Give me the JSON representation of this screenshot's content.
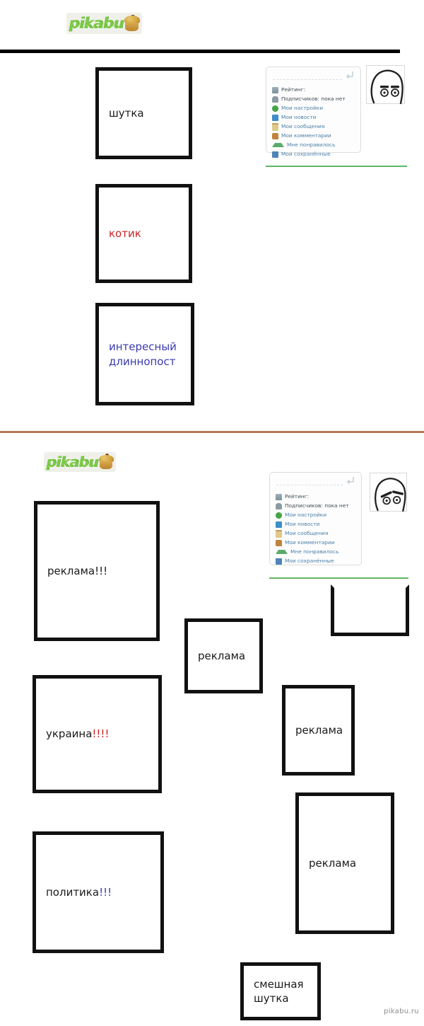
{
  "meta": {
    "watermark": "pikabu.ru"
  },
  "brand": {
    "name": "pikabu",
    "icon": "muffin-icon",
    "color": "#7ac943"
  },
  "panels": [
    {
      "id": "before",
      "divider_color": "#000000",
      "boxes": [
        {
          "text": "шутка",
          "color": "black"
        },
        {
          "text": "котик",
          "color": "red"
        },
        {
          "text": "интересный\nдлиннопост",
          "color": "blue"
        }
      ],
      "widget": {
        "rating_label": "Рейтинг:",
        "subscribers_label": "Подписчиков: пока нет",
        "items": [
          {
            "icon": "chart-icon",
            "label": "Рейтинг:"
          },
          {
            "icon": "user-icon",
            "label": "Подписчиков: пока нет"
          },
          {
            "icon": "gear-icon",
            "label": "Мои настройки"
          },
          {
            "icon": "news-icon",
            "label": "Мои новости"
          },
          {
            "icon": "mail-icon",
            "label": "Мои сообщения"
          },
          {
            "icon": "comment-icon",
            "label": "Мои комментарии"
          },
          {
            "icon": "like-icon",
            "label": "Мне понравилось"
          },
          {
            "icon": "save-icon",
            "label": "Мои сохранённые"
          }
        ],
        "accent_color": "#5fb563"
      },
      "avatar": {
        "name": "rage-face-neutral",
        "expression": "neutral"
      }
    },
    {
      "id": "after",
      "divider_color": "#b5795a",
      "boxes": [
        {
          "text": "реклама!!!",
          "color": "black"
        },
        {
          "text": "реклама",
          "color": "black"
        },
        {
          "text": "",
          "color": "black"
        },
        {
          "text": "украина",
          "suffix": "!!!!",
          "color": "black",
          "suffix_color": "red"
        },
        {
          "text": "реклама",
          "color": "black"
        },
        {
          "text": "политика",
          "suffix": "!!!",
          "color": "black",
          "suffix_color": "blue"
        },
        {
          "text": "реклама",
          "color": "black"
        },
        {
          "text": "смешная\nшутка",
          "color": "black"
        }
      ],
      "widget": {
        "items": [
          {
            "icon": "chart-icon",
            "label": "Рейтинг:"
          },
          {
            "icon": "user-icon",
            "label": "Подписчиков: пока нет"
          },
          {
            "icon": "gear-icon",
            "label": "Мои настройки"
          },
          {
            "icon": "news-icon",
            "label": "Мои новости"
          },
          {
            "icon": "mail-icon",
            "label": "Мои сообщения"
          },
          {
            "icon": "comment-icon",
            "label": "Мои комментарии"
          },
          {
            "icon": "like-icon",
            "label": "Мне понравилось"
          },
          {
            "icon": "save-icon",
            "label": "Мои сохранённые"
          }
        ],
        "accent_color": "#5fb563"
      },
      "avatar": {
        "name": "rage-face-sad",
        "expression": "sad"
      }
    }
  ]
}
